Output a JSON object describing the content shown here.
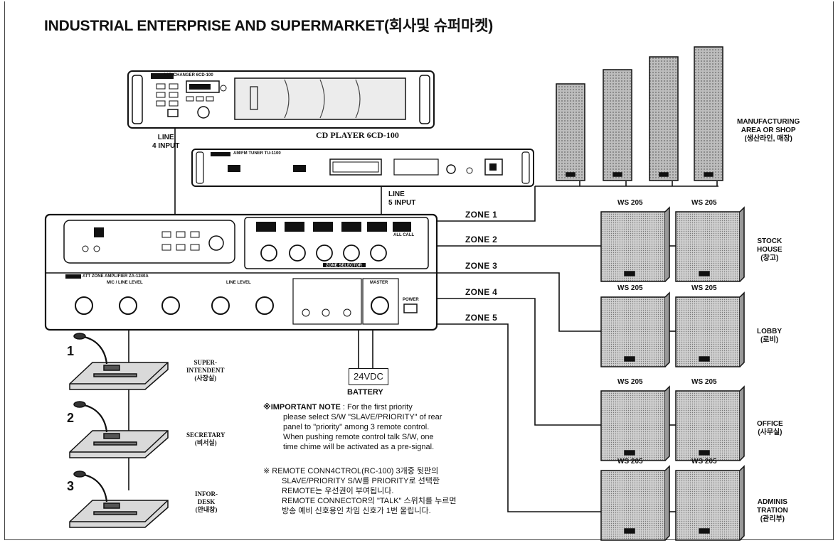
{
  "title": "INDUSTRIAL ENTERPRISE AND SUPERMARKET(회사및 슈퍼마켓)",
  "devices": {
    "cd_changer_label": "6CD CHANGER 6CD-100",
    "cd_player_caption": "CD PLAYER 6CD-100",
    "tuner_label": "AM/FM TUNER TU-1100",
    "amp_label": "ATT ZONE AMPLIFIER ZA-1240A",
    "mic_line_level": "MIC / LINE LEVEL",
    "line_level": "LINE LEVEL",
    "master": "MASTER",
    "power": "POWER",
    "all_call": "ALL CALL",
    "zone_selector": "ZONE SELECTOR"
  },
  "inputs": {
    "line4": [
      "LINE",
      "4 INPUT"
    ],
    "line5": [
      "LINE",
      "5 INPUT"
    ]
  },
  "zones": [
    "ZONE 1",
    "ZONE 2",
    "ZONE 3",
    "ZONE 4",
    "ZONE 5"
  ],
  "speaker_model": "WS 205",
  "areas": {
    "manufacturing": [
      "MANUFACTURING",
      "AREA OR SHOP",
      "(생산라인, 매장)"
    ],
    "stock": [
      "STOCK",
      "HOUSE",
      "(창고)"
    ],
    "lobby": [
      "LOBBY",
      "(로비)"
    ],
    "office": [
      "OFFICE",
      "(사무실)"
    ],
    "admin": [
      "ADMINIS",
      "TRATION",
      "(관리부)"
    ]
  },
  "stations": [
    {
      "num": "1",
      "lines": [
        "SUPER-",
        "INTENDENT",
        "(사장실)"
      ]
    },
    {
      "num": "2",
      "lines": [
        "SECRETARY",
        "(비서실)"
      ]
    },
    {
      "num": "3",
      "lines": [
        "INFOR-",
        "DESK",
        "(안내창)"
      ]
    }
  ],
  "battery": {
    "label": "24VDC",
    "caption": "BATTERY"
  },
  "note_en": {
    "head": "※IMPORTANT NOTE",
    "first": " : For the first priority",
    "lines": [
      "please select S/W \"SLAVE/PRIORITY\" of rear",
      "panel to \"priority\" among 3 remote control.",
      "When pushing remote control talk S/W, one",
      "time chime will be activated as a pre-signal."
    ]
  },
  "note_ko": {
    "lines": [
      "※ REMOTE CONN4CTROL(RC-100) 3개중 뒷판의",
      "SLAVE/PRIORITY S/W를 PRIORITY로 선택한",
      "REMOTE는 우선권이 부여됩니다.",
      "REMOTE CONNECTOR의 \"TALK\" 스위치를 누르면",
      "방송 예비 신호용인 차임 신호가 1번 울립니다."
    ]
  }
}
